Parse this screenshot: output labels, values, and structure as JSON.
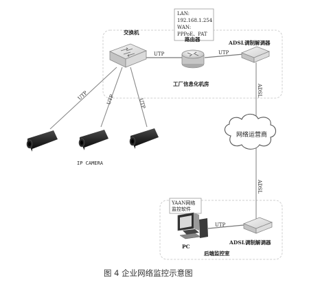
{
  "router_info": {
    "lan_label": "LAN:",
    "lan_ip": "192.168.1.254",
    "wan_label": "WAN:",
    "wan_protocol": "PPPoE、PAT"
  },
  "factory_room": {
    "switch_label": "交换机",
    "router_label": "路由器",
    "modem_label": "ADSL调制解调器",
    "room_label": "工厂信息化机房",
    "link_switch_router": "UTP",
    "link_router_modem": "UTP"
  },
  "cameras": {
    "label": "IP CAMERA",
    "link_labels": [
      "UTP",
      "UTP",
      "UTP"
    ]
  },
  "network": {
    "cloud_label": "网络运营商",
    "link_top": "ADSL",
    "link_bottom": "ADSL"
  },
  "monitor_room": {
    "software_line1": "YAAN网络",
    "software_line2": "监控软件",
    "pc_label": "PC",
    "modem_label": "ADSL调制解调器",
    "room_label": "后端监控室",
    "link_pc_modem": "UTP"
  },
  "caption": "图 4 企业网络监控示意图"
}
